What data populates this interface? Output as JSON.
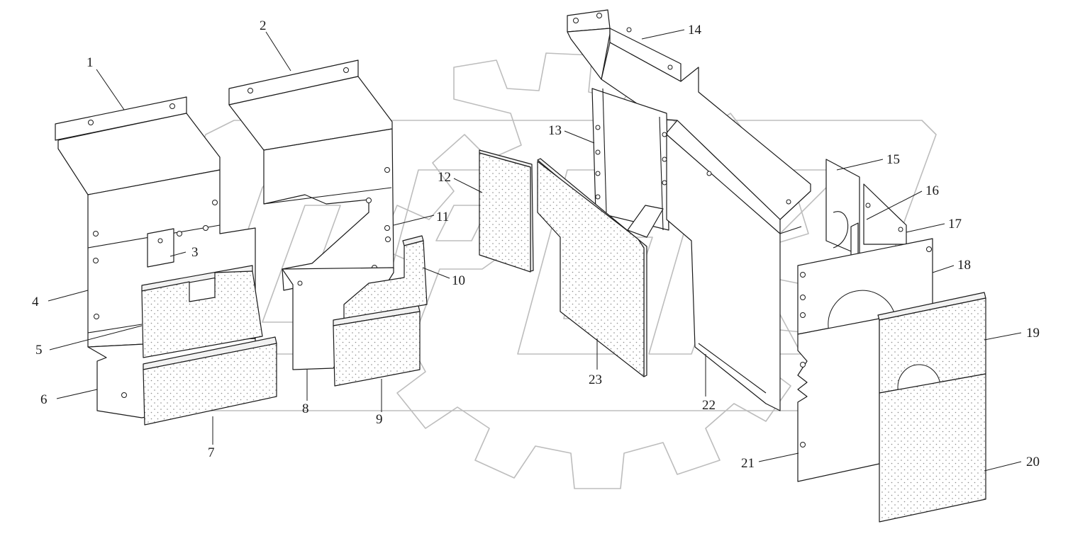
{
  "diagram": {
    "callouts": [
      "1",
      "2",
      "3",
      "4",
      "5",
      "6",
      "7",
      "8",
      "9",
      "10",
      "11",
      "12",
      "13",
      "14",
      "15",
      "16",
      "17",
      "18",
      "19",
      "20",
      "21",
      "22",
      "23"
    ]
  },
  "colors": {
    "line": "#1a1a1a",
    "watermark": "#bdbdbd",
    "background": "#ffffff"
  }
}
